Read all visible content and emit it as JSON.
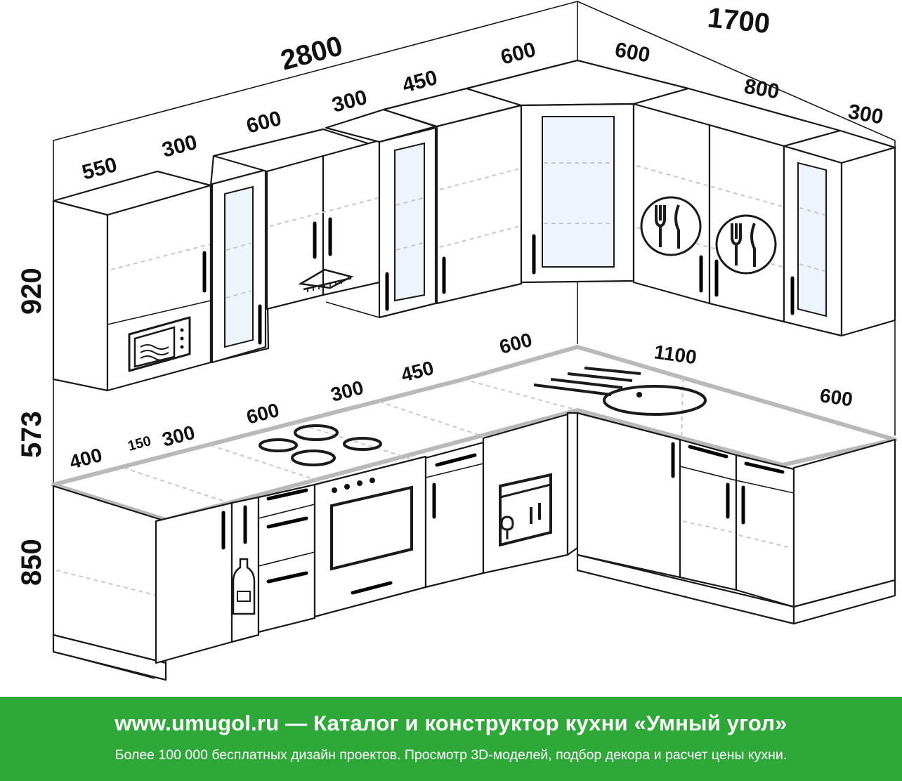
{
  "dimensions": {
    "upper_total_left": "2800",
    "upper_total_right": "1700",
    "upper_left": [
      "550",
      "300",
      "600",
      "300",
      "450",
      "600"
    ],
    "upper_right": [
      "600",
      "800",
      "300"
    ],
    "heights": [
      "920",
      "573",
      "850"
    ],
    "lower_left": [
      "400",
      "150",
      "300",
      "600",
      "300",
      "450",
      "600"
    ],
    "lower_right": [
      "1100",
      "600"
    ]
  },
  "icons": [
    "microwave-icon",
    "hood-icon",
    "cooktop-icon",
    "oven-icon",
    "dishwasher-icon",
    "bottle-icon",
    "sink-icon",
    "plate-cutlery-icon"
  ],
  "colors": {
    "banner": "#2fa83a",
    "banner_text": "#ffffff"
  },
  "banner": {
    "title": "www.umugol.ru — Каталог и конструктор кухни «Умный угол»",
    "subtitle": "Более 100 000 бесплатных дизайн проектов. Просмотр 3D-моделей, подбор декора и расчет цены кухни."
  }
}
